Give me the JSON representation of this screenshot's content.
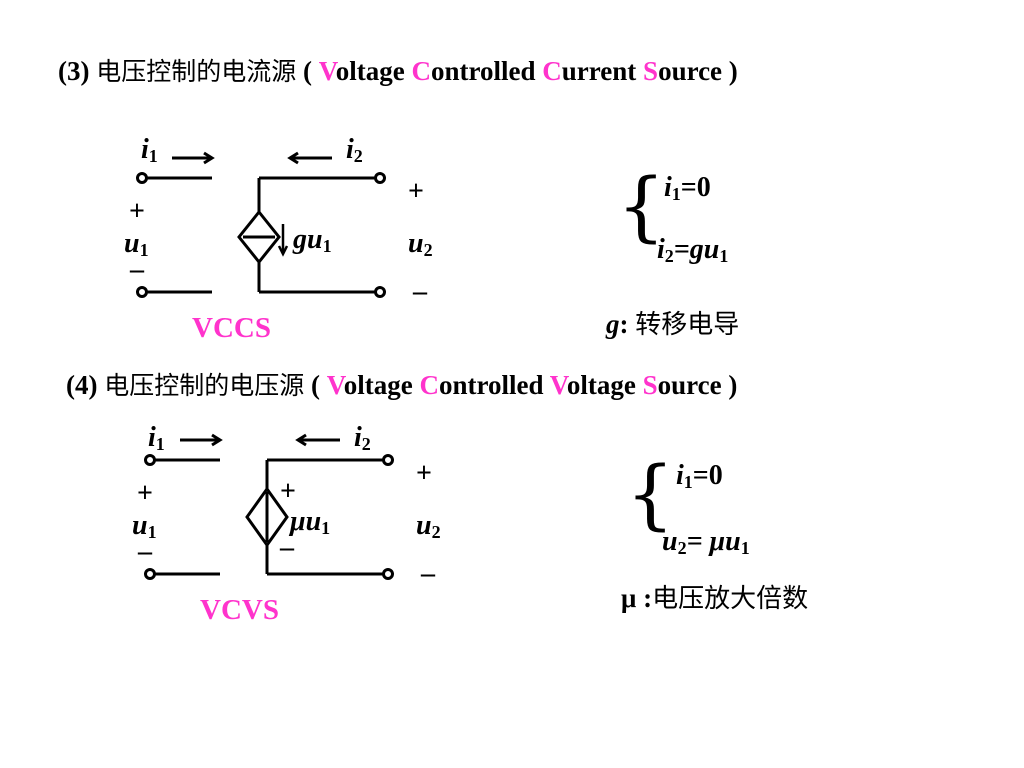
{
  "vccs": {
    "heading": {
      "prefix": "(3) ",
      "zh": "电压控制的电流源",
      "open": " ( ",
      "w1c": "V",
      "w1": "oltage  ",
      "w2c": "C",
      "w2": "ontrolled ",
      "w3c": "C",
      "w3": "urrent ",
      "w4c": "S",
      "w4": "ource )"
    },
    "labels": {
      "i1": "i",
      "i1_sub": "1",
      "i2": "i",
      "i2_sub": "2",
      "u1": "u",
      "u1_sub": "1",
      "u2": "u",
      "u2_sub": "2",
      "src": "gu",
      "src_sub": "1",
      "plus": "+",
      "minus": "–"
    },
    "name": "VCCS",
    "eq1": {
      "v": "i",
      "s": "1",
      "r": "=0"
    },
    "eq2": {
      "v": "i",
      "s": "2",
      "r": "=gu",
      "rs": "1"
    },
    "note": {
      "sym": "g",
      "sep": ":  ",
      "text": "转移电导"
    }
  },
  "vcvs": {
    "heading": {
      "prefix": "(4) ",
      "zh": "电压控制的电压源",
      "open": " ( ",
      "w1c": "V",
      "w1": "oltage  ",
      "w2c": "C",
      "w2": "ontrolled ",
      "w3c": "V",
      "w3": "oltage ",
      "w4c": "S",
      "w4": "ource )"
    },
    "labels": {
      "i1": "i",
      "i1_sub": "1",
      "i2": "i",
      "i2_sub": "2",
      "u1": "u",
      "u1_sub": "1",
      "u2": "u",
      "u2_sub": "2",
      "src": "μu",
      "src_sub": "1",
      "plus": "+",
      "minus": "–"
    },
    "name": "VCVS",
    "eq1": {
      "v": "i",
      "s": "1",
      "r": "=0"
    },
    "eq2": {
      "v": "u",
      "s": "2",
      "r": "= μu",
      "rs": "1"
    },
    "note": {
      "sym": "μ",
      "sep": " :",
      "text": "电压放大倍数"
    }
  },
  "brace": "{",
  "colors": {
    "accent": "#ff33cc",
    "ink": "#000000"
  }
}
